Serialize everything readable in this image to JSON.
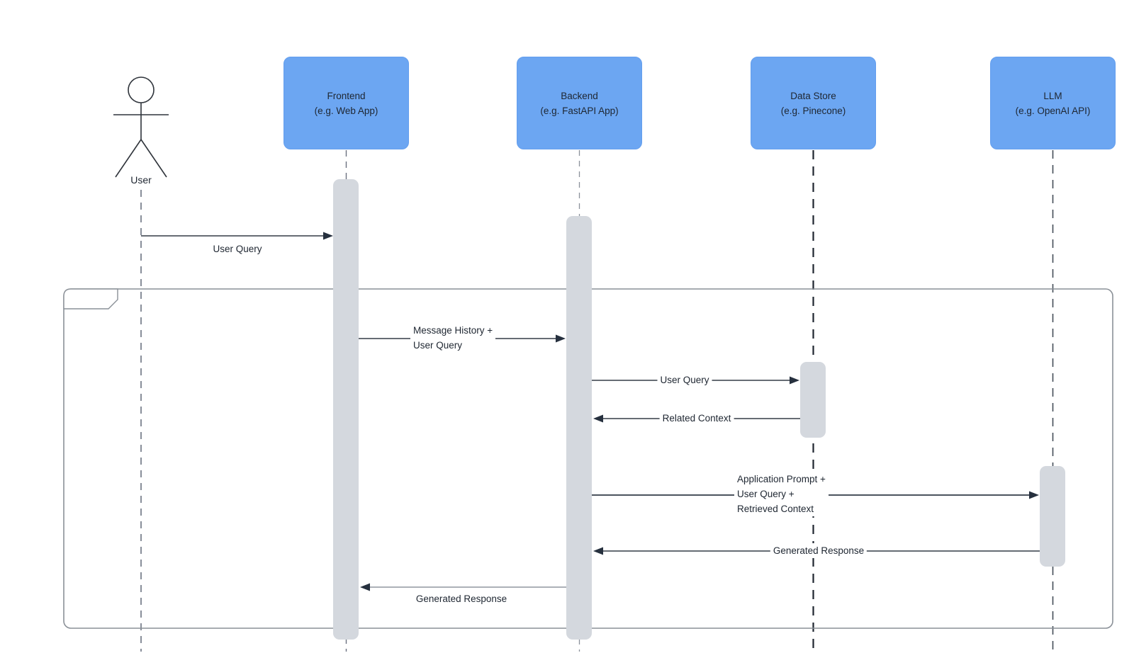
{
  "colors": {
    "participant_fill": "#6CA6F2",
    "participant_border": "#639EEE",
    "activation_fill": "#D4D8DE",
    "arrow": "#333C47",
    "arrowhead": "#26303E",
    "frame_border": "#8A9097",
    "lifeline": "#6B7280",
    "lifeline_bold": "#1F2630",
    "text": "#1E2631"
  },
  "actor": {
    "label": "User"
  },
  "participants": [
    {
      "line1": "Frontend",
      "line2": "(e.g. Web App)"
    },
    {
      "line1": "Backend",
      "line2": "(e.g. FastAPI App)"
    },
    {
      "line1": "Data Store",
      "line2": "(e.g. Pinecone)"
    },
    {
      "line1": "LLM",
      "line2": "(e.g. OpenAI API)"
    }
  ],
  "messages": {
    "user_query_to_frontend": {
      "text": "User Query"
    },
    "history_to_backend": {
      "line1": "Message History +",
      "line2": "User Query"
    },
    "user_query_to_datastore": {
      "text": "User Query"
    },
    "related_context": {
      "text": "Related Context"
    },
    "prompt_to_llm": {
      "line1": "Application Prompt +",
      "line2": "User Query +",
      "line3": "Retrieved Context"
    },
    "generated_response_to_backend": {
      "text": "Generated Response"
    },
    "generated_response_to_frontend": {
      "text": "Generated Response"
    }
  },
  "fragment": {
    "label": ""
  }
}
